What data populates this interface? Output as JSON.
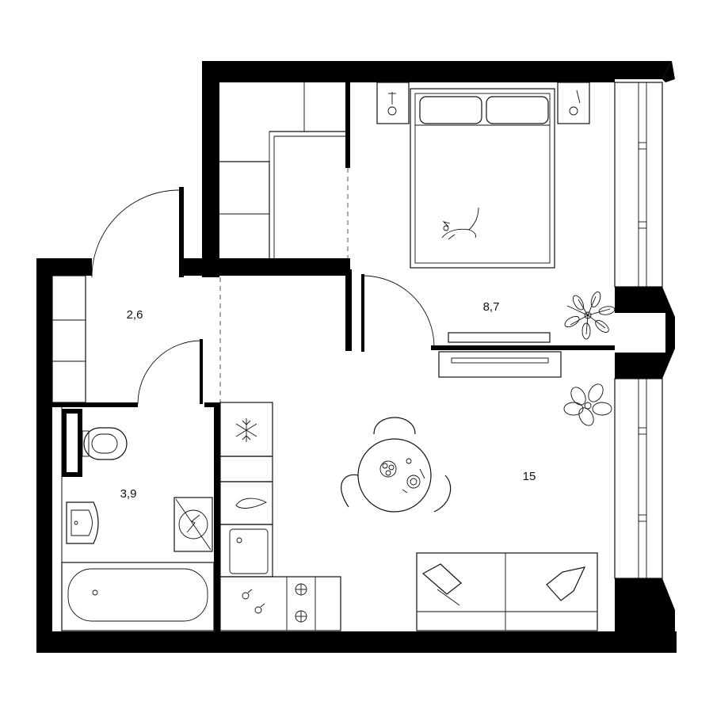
{
  "rooms": {
    "hall_area": "2,6",
    "bathroom_area": "3,9",
    "bedroom_area": "8,7",
    "living_area": "15"
  },
  "colors": {
    "wall": "#000000",
    "line": "#111111",
    "background": "#ffffff"
  },
  "icons": {
    "freezer": "snowflake-icon",
    "sink": "water-drop-icon",
    "boiler": "lightning-icon"
  }
}
